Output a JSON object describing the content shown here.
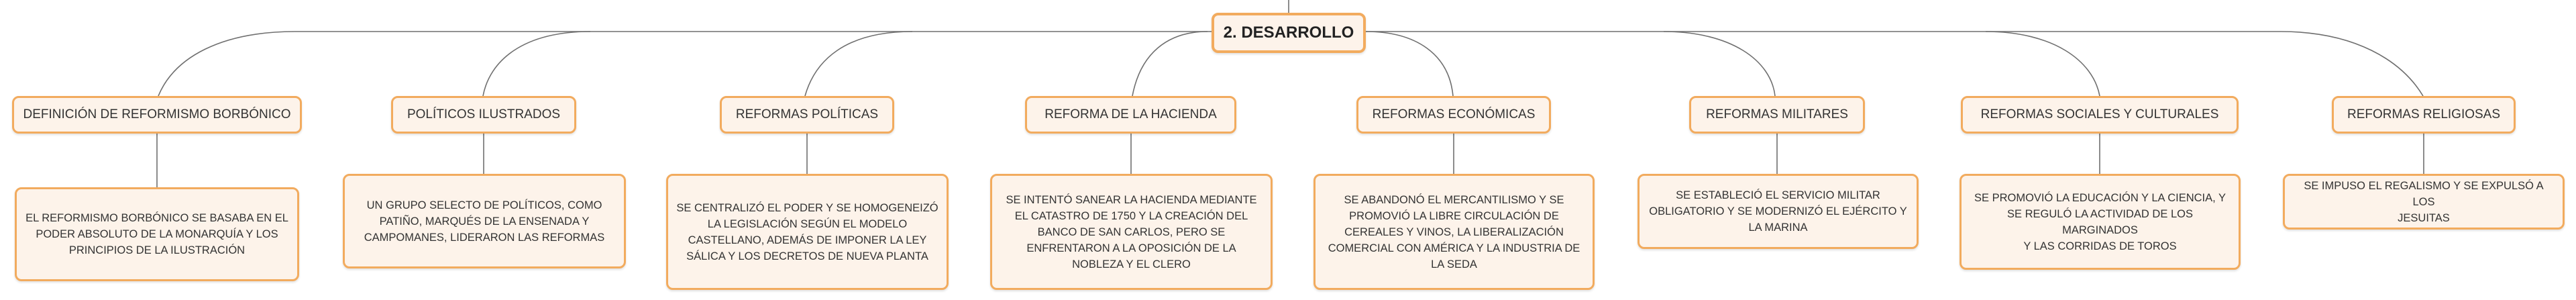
{
  "root": {
    "title": "2. DESARROLLO"
  },
  "branches": [
    {
      "heading": "DEFINICIÓN DE REFORMISMO BORBÓNICO",
      "detail": [
        "EL REFORMISMO BORBÓNICO SE BASABA EN EL",
        "PODER ABSOLUTO DE LA MONARQUÍA Y LOS",
        "PRINCIPIOS DE LA ILUSTRACIÓN"
      ]
    },
    {
      "heading": "POLÍTICOS ILUSTRADOS",
      "detail": [
        "UN GRUPO SELECTO DE POLÍTICOS, COMO",
        "PATIÑO, MARQUÉS DE LA ENSENADA Y",
        "CAMPOMANES, LIDERARON LAS REFORMAS"
      ]
    },
    {
      "heading": "REFORMAS POLÍTICAS",
      "detail": [
        "SE CENTRALIZÓ EL PODER Y SE HOMOGENEIZÓ",
        "LA LEGISLACIÓN SEGÚN EL MODELO",
        "CASTELLANO, ADEMÁS DE IMPONER LA LEY",
        "SÁLICA Y LOS DECRETOS DE NUEVA PLANTA"
      ]
    },
    {
      "heading": "REFORMA DE LA HACIENDA",
      "detail": [
        "SE INTENTÓ SANEAR LA HACIENDA MEDIANTE",
        "EL CATASTRO DE 1750 Y LA CREACIÓN DEL",
        "BANCO DE SAN CARLOS, PERO SE",
        "ENFRENTARON A LA OPOSICIÓN DE LA",
        "NOBLEZA Y EL CLERO"
      ]
    },
    {
      "heading": "REFORMAS ECONÓMICAS",
      "detail": [
        "SE ABANDONÓ EL MERCANTILISMO Y SE",
        "PROMOVIÓ LA LIBRE CIRCULACIÓN DE",
        "CEREALES Y VINOS, LA LIBERALIZACIÓN",
        "COMERCIAL CON AMÉRICA Y LA INDUSTRIA DE",
        "LA SEDA"
      ]
    },
    {
      "heading": "REFORMAS MILITARES",
      "detail": [
        "SE ESTABLECIÓ EL SERVICIO MILITAR",
        "OBLIGATORIO Y SE MODERNIZÓ EL EJÉRCITO Y",
        "LA MARINA"
      ]
    },
    {
      "heading": "REFORMAS SOCIALES Y CULTURALES",
      "detail": [
        "SE PROMOVIÓ LA EDUCACIÓN Y LA CIENCIA, Y",
        "SE REGULÓ LA ACTIVIDAD DE LOS MARGINADOS",
        "Y LAS CORRIDAS DE TOROS"
      ]
    },
    {
      "heading": "REFORMAS RELIGIOSAS",
      "detail": [
        "SE IMPUSO EL REGALISMO Y SE EXPULSÓ A LOS",
        "JESUITAS"
      ]
    }
  ]
}
